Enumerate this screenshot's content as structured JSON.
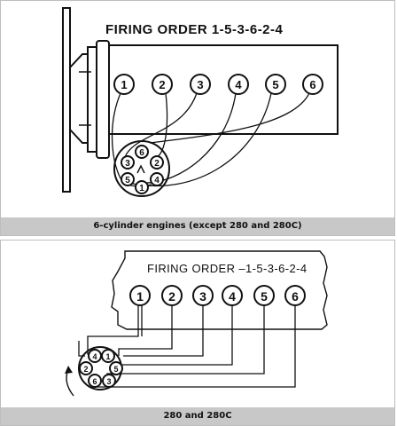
{
  "diagrams": [
    {
      "title": "FIRING ORDER 1-5-3-6-2-4",
      "cylinders": [
        "1",
        "2",
        "3",
        "4",
        "5",
        "6"
      ],
      "distributor_terminals": [
        "6",
        "2",
        "4",
        "1",
        "5",
        "3"
      ],
      "caption": "6-cylinder engines (except 280 and 280C)"
    },
    {
      "title": "FIRING ORDER –1-5-3-6-2-4",
      "cylinders": [
        "1",
        "2",
        "3",
        "4",
        "5",
        "6"
      ],
      "distributor_terminals": [
        "4",
        "1",
        "5",
        "3",
        "6",
        "2"
      ],
      "caption": "280 and 280C"
    }
  ]
}
